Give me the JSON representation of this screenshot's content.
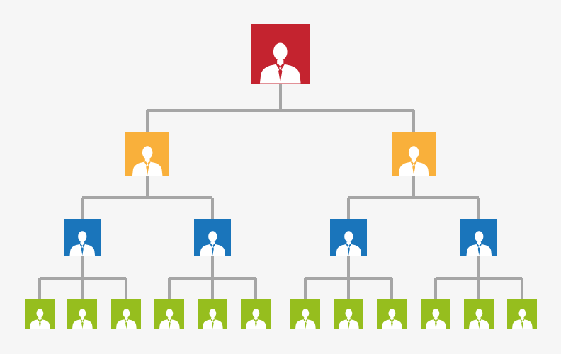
{
  "colors": {
    "background": "#f6f6f6",
    "connector": "#a6a6a6",
    "level0": "#c4232f",
    "level1": "#f9b03b",
    "level2": "#1a75bb",
    "level3": "#96be1e",
    "figure": "#ffffff"
  },
  "icons": {
    "person": "person-icon"
  },
  "tree": {
    "levels": 4,
    "children_per_level": [
      2,
      2,
      3
    ],
    "node_counts": [
      1,
      2,
      4,
      12
    ]
  }
}
